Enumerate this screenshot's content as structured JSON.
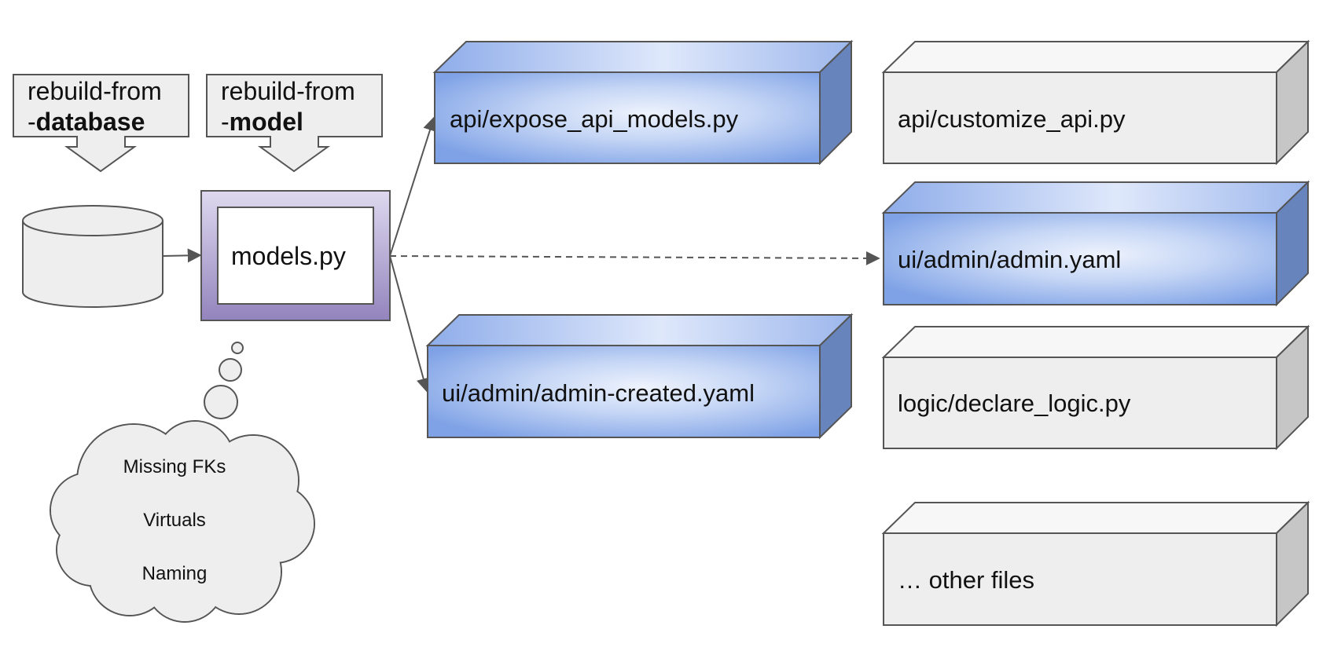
{
  "callouts": {
    "database": {
      "line1": "rebuild-from",
      "line2_prefix": "-",
      "line2_bold": "database"
    },
    "model": {
      "line1": "rebuild-from",
      "line2_prefix": "-",
      "line2_bold": "model"
    }
  },
  "models_box": {
    "label": "models.py"
  },
  "generated_files": {
    "api": "api/expose_api_models.py",
    "admin_created": "ui/admin/admin-created.yaml"
  },
  "project_files": {
    "customize_api": "api/customize_api.py",
    "admin_yaml": "ui/admin/admin.yaml",
    "declare_logic": "logic/declare_logic.py",
    "other": "… other files"
  },
  "cloud": {
    "items": [
      "Missing FKs",
      "Virtuals",
      "Naming"
    ]
  },
  "colors": {
    "blue_edge": "#7a9ee6",
    "blue_center": "#e6eefc",
    "gray_fill": "#eeeeee",
    "outline": "#555555",
    "purple_top": "#dcd6ee",
    "purple_bottom": "#9485bc"
  }
}
